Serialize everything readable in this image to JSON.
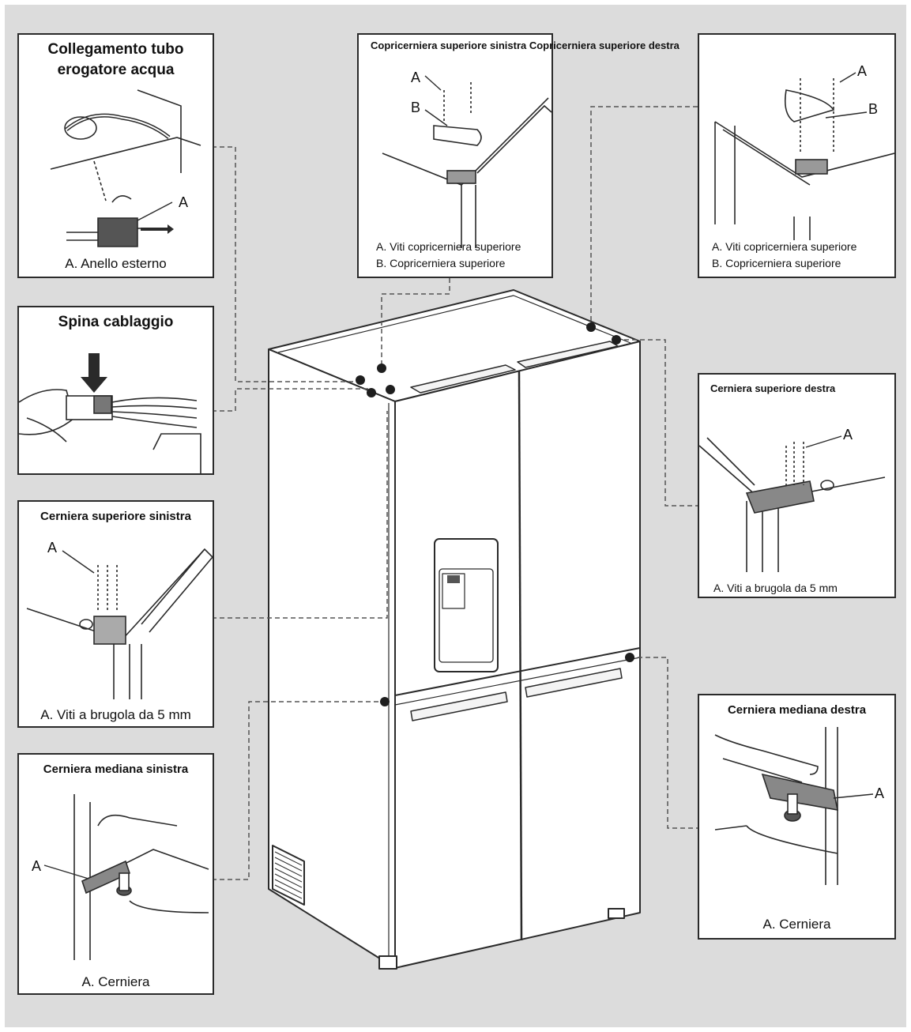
{
  "panels": {
    "water": {
      "title_line1": "Collegamento tubo",
      "title_line2": "erogatore acqua",
      "label_a": "A",
      "caption": "A. Anello esterno"
    },
    "plug": {
      "title": "Spina cablaggio"
    },
    "top_left_hinge": {
      "title": "Cerniera superiore sinistra",
      "label_a": "A",
      "caption": "A. Viti a brugola da 5 mm"
    },
    "mid_left_hinge": {
      "title": "Cerniera mediana sinistra",
      "label_a": "A",
      "caption": "A. Cerniera"
    },
    "top_cover_left": {
      "title": "Copricerniera superiore sinistra Copricerniera superiore destra",
      "label_a": "A",
      "label_b": "B",
      "caption_a": "A. Viti copricerniera superiore",
      "caption_b": "B. Copricerniera superiore"
    },
    "top_cover_right": {
      "label_a": "A",
      "label_b": "B",
      "caption_a": "A. Viti copricerniera superiore",
      "caption_b": "B. Copricerniera superiore"
    },
    "top_right_hinge": {
      "title": "Cerniera superiore destra",
      "label_a": "A",
      "caption": "A. Viti a brugola da 5 mm"
    },
    "mid_right_hinge": {
      "title": "Cerniera mediana destra",
      "label_a": "A",
      "caption": "A. Cerniera"
    }
  },
  "colors": {
    "background": "#dcdcdc",
    "panel": "#ffffff",
    "line": "#2a2a2a",
    "dot": "#1e1e1e"
  },
  "icons": [
    "arrow-down-icon",
    "arrow-right-icon",
    "rotate-arrow-icon",
    "callout-dot-icon"
  ]
}
